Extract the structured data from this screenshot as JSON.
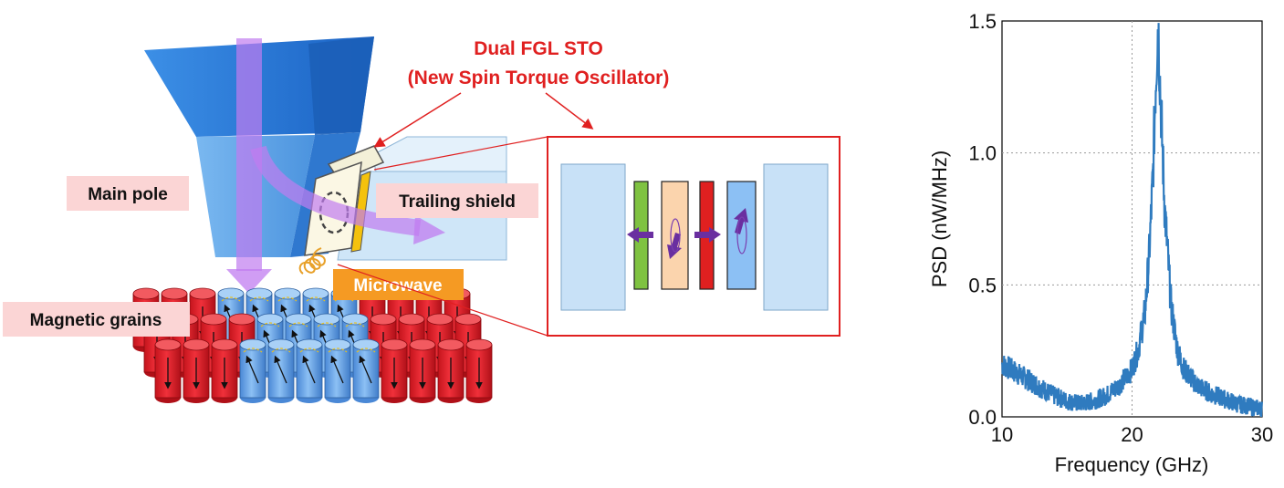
{
  "diagram": {
    "title_line1": "Dual FGL STO",
    "title_line2": "(New Spin Torque Oscillator)",
    "labels": {
      "main_pole": "Main pole",
      "trailing_shield": "Trailing shield",
      "microwave": "Microwave",
      "magnetic_grains": "Magnetic grains"
    },
    "colors": {
      "title": "#e02020",
      "label_bg": "#fbd5d5",
      "microwave_bg": "#f59a23",
      "pole": "#3d8fe0",
      "shield": "#cde6f8",
      "grain_red": "#e8202a",
      "grain_blue": "#6aa6ea",
      "beam": "#c07cf0"
    }
  },
  "chart_data": {
    "type": "line",
    "xlabel": "Frequency (GHz)",
    "ylabel": "PSD (nW/MHz)",
    "xlim": [
      10,
      30
    ],
    "ylim": [
      0,
      1.5
    ],
    "xticks": [
      "10",
      "20",
      "30"
    ],
    "yticks": [
      "0.0",
      "0.5",
      "1.0",
      "1.5"
    ],
    "grid": true,
    "series": [
      {
        "color": "#2f7bbf",
        "x": [
          10,
          11,
          12,
          13,
          14,
          15,
          16,
          17,
          18,
          19,
          20,
          20.5,
          21,
          21.3,
          21.6,
          21.8,
          22.0,
          22.2,
          22.5,
          23,
          23.5,
          24,
          25,
          26,
          27,
          28,
          29,
          30
        ],
        "y": [
          0.2,
          0.17,
          0.14,
          0.11,
          0.08,
          0.06,
          0.05,
          0.06,
          0.08,
          0.12,
          0.18,
          0.26,
          0.4,
          0.6,
          0.9,
          1.25,
          1.5,
          1.2,
          0.8,
          0.42,
          0.25,
          0.18,
          0.12,
          0.09,
          0.07,
          0.05,
          0.04,
          0.03
        ]
      }
    ]
  }
}
